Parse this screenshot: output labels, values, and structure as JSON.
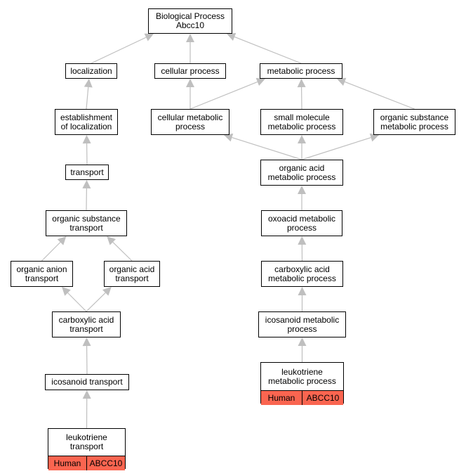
{
  "nodes": {
    "root": "Biological Process\nAbcc10",
    "localization": "localization",
    "cellular_process": "cellular process",
    "metabolic_process": "metabolic process",
    "establishment_of_localization": "establishment\nof localization",
    "cellular_metabolic_process": "cellular metabolic\nprocess",
    "small_molecule_metabolic_process": "small molecule\nmetabolic process",
    "organic_substance_metabolic_process": "organic substance\nmetabolic process",
    "transport": "transport",
    "organic_acid_metabolic_process": "organic acid\nmetabolic process",
    "organic_substance_transport": "organic substance\ntransport",
    "oxoacid_metabolic_process": "oxoacid metabolic\nprocess",
    "organic_anion_transport": "organic anion\ntransport",
    "organic_acid_transport": "organic acid\ntransport",
    "carboxylic_acid_metabolic_process": "carboxylic acid\nmetabolic process",
    "carboxylic_acid_transport": "carboxylic acid\ntransport",
    "icosanoid_metabolic_process": "icosanoid metabolic\nprocess",
    "icosanoid_transport": "icosanoid transport",
    "leukotriene_metabolic_process": "leukotriene\nmetabolic process",
    "leukotriene_transport": "leukotriene\ntransport"
  },
  "annotations": {
    "leukotriene_metabolic_process": {
      "species": "Human",
      "gene": "ABCC10"
    },
    "leukotriene_transport": {
      "species": "Human",
      "gene": "ABCC10"
    }
  },
  "colors": {
    "annotation_fill": "#fa6550",
    "edge": "#bfbfbf",
    "border": "#000000"
  },
  "edges": [
    [
      "localization",
      "root"
    ],
    [
      "cellular_process",
      "root"
    ],
    [
      "metabolic_process",
      "root"
    ],
    [
      "establishment_of_localization",
      "localization"
    ],
    [
      "cellular_metabolic_process",
      "cellular_process"
    ],
    [
      "small_molecule_metabolic_process",
      "metabolic_process"
    ],
    [
      "cellular_metabolic_process",
      "metabolic_process"
    ],
    [
      "organic_substance_metabolic_process",
      "metabolic_process"
    ],
    [
      "transport",
      "establishment_of_localization"
    ],
    [
      "organic_acid_metabolic_process",
      "cellular_metabolic_process"
    ],
    [
      "organic_acid_metabolic_process",
      "small_molecule_metabolic_process"
    ],
    [
      "organic_acid_metabolic_process",
      "organic_substance_metabolic_process"
    ],
    [
      "organic_substance_transport",
      "transport"
    ],
    [
      "oxoacid_metabolic_process",
      "organic_acid_metabolic_process"
    ],
    [
      "organic_anion_transport",
      "organic_substance_transport"
    ],
    [
      "organic_acid_transport",
      "organic_substance_transport"
    ],
    [
      "carboxylic_acid_metabolic_process",
      "oxoacid_metabolic_process"
    ],
    [
      "carboxylic_acid_transport",
      "organic_anion_transport"
    ],
    [
      "carboxylic_acid_transport",
      "organic_acid_transport"
    ],
    [
      "icosanoid_metabolic_process",
      "carboxylic_acid_metabolic_process"
    ],
    [
      "icosanoid_transport",
      "carboxylic_acid_transport"
    ],
    [
      "leukotriene_metabolic_process",
      "icosanoid_metabolic_process"
    ],
    [
      "leukotriene_transport",
      "icosanoid_transport"
    ]
  ]
}
